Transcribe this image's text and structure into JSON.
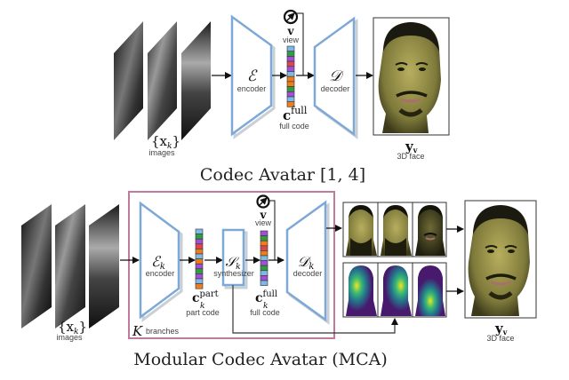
{
  "top": {
    "title": "Codec Avatar [1, 4]",
    "images_symbol": "{x",
    "images_sub": "k",
    "images_close": "}",
    "images_label": "images",
    "encoder_symbol": "ℰ",
    "encoder_label": "encoder",
    "view_symbol": "v",
    "view_label": "view",
    "code_symbol": "c",
    "code_sup": "full",
    "code_label": "full code",
    "decoder_symbol": "𝒟",
    "decoder_label": "decoder",
    "output_symbol": "y",
    "output_sub": "v",
    "output_label": "3D face",
    "code_colors": [
      "#7fb8e6",
      "#2e9e3e",
      "#a24fd6",
      "#d9484f",
      "#a24fd6",
      "#7fb8e6",
      "#ee7d1c",
      "#ee7d1c",
      "#2e9e3e",
      "#a24fd6",
      "#7fb8e6",
      "#ee7d1c"
    ]
  },
  "bottom": {
    "title": "Modular Codec Avatar (MCA)",
    "images_symbol": "{x",
    "images_sub": "k",
    "images_close": "}",
    "images_label": "images",
    "encoder_symbol": "ℰ",
    "encoder_sub": "k",
    "encoder_label": "encoder",
    "part_code_symbol": "c",
    "part_code_sup": "part",
    "part_code_sub": "k",
    "part_code_label": "part code",
    "synth_symbol": "𝒮",
    "synth_sub": "k",
    "synth_label": "synthesizer",
    "view_symbol": "v",
    "view_label": "view",
    "full_code_symbol": "c",
    "full_code_sup": "full",
    "full_code_sub": "k",
    "full_code_label": "full code",
    "decoder_symbol": "𝒟",
    "decoder_sub": "k",
    "decoder_label": "decoder",
    "branches_symbol": "K",
    "branches_label": "branches",
    "output_symbol": "y",
    "output_sub": "v",
    "output_label": "3D face",
    "part_code_colors": [
      "#7fb8e6",
      "#2e9e3e",
      "#a24fd6",
      "#d9484f",
      "#ee7d1c",
      "#7fb8e6",
      "#ee7d1c",
      "#a24fd6",
      "#2e9e3e",
      "#a24fd6",
      "#7fb8e6",
      "#ee7d1c"
    ],
    "full_code_colors": [
      "#a24fd6",
      "#2e9e3e",
      "#ee7d1c",
      "#d9484f",
      "#ee7d1c",
      "#7fb8e6",
      "#a24fd6",
      "#2e9e3e",
      "#7fb8e6",
      "#a24fd6",
      "#7fb8e6"
    ]
  },
  "colors": {
    "module_stroke": "#7ea9d6",
    "branch_box": "#c07a9e",
    "arrow": "#111111"
  }
}
